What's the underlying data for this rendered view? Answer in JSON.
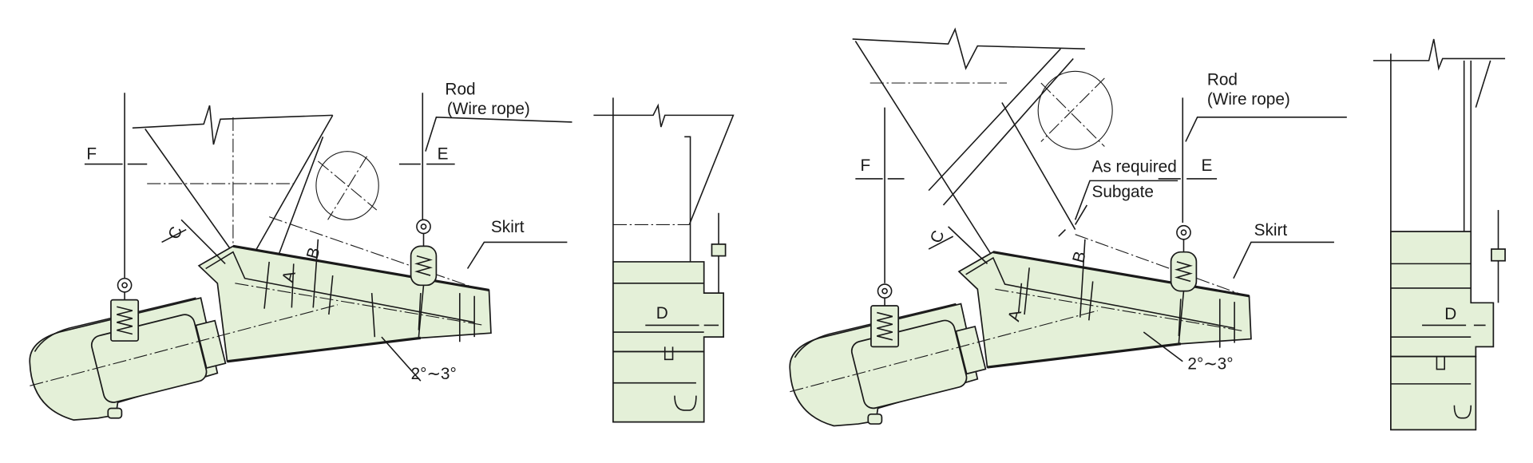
{
  "figures": [
    {
      "name": "standard-installation",
      "labels": {
        "rod": "Rod",
        "wire_rope": "(Wire rope)",
        "skirt": "Skirt",
        "angle": "2°∼3°",
        "dim_a": "A",
        "dim_b": "B",
        "dim_c": "C",
        "dim_d": "D",
        "dim_e": "E",
        "dim_f": "F"
      }
    },
    {
      "name": "subgate-installation",
      "labels": {
        "rod": "Rod",
        "wire_rope": "(Wire rope)",
        "as_required": "As required",
        "subgate": "Subgate",
        "skirt": "Skirt",
        "angle": "2°∼3°",
        "dim_a": "A",
        "dim_b": "B",
        "dim_c": "C",
        "dim_d": "D",
        "dim_e": "E",
        "dim_f": "F"
      }
    }
  ],
  "colors": {
    "body_fill": "#e4f0d8",
    "line": "#1a1a1a"
  }
}
